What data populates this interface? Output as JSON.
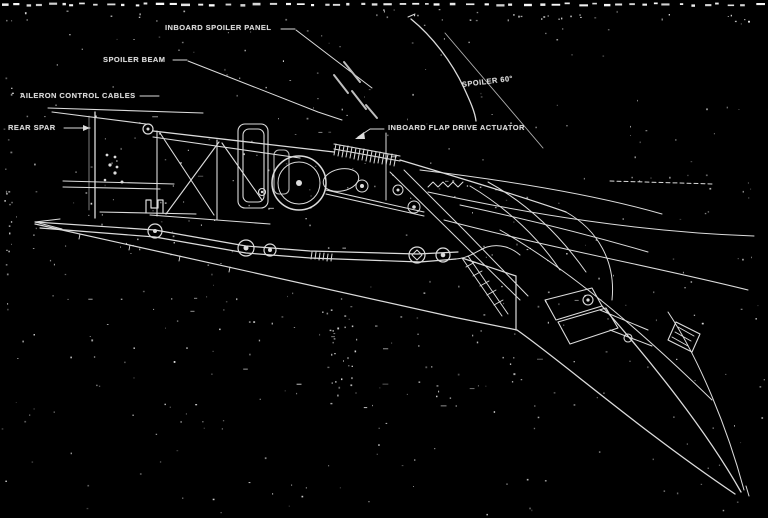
{
  "diagram": {
    "type": "aircraft-wing-structural-cutaway",
    "colors": {
      "background": "#000000",
      "ink": "#dcdcdc",
      "text": "#e9e9e9"
    },
    "labels": [
      {
        "id": "inboard-spoiler-panel",
        "text": "INBOARD SPOILER PANEL"
      },
      {
        "id": "spoiler-beam",
        "text": "SPOILER BEAM"
      },
      {
        "id": "aileron-control-cables",
        "text": "AILERON CONTROL CABLES"
      },
      {
        "id": "rear-spar",
        "text": "REAR SPAR"
      },
      {
        "id": "inboard-flap-drive-actuator",
        "text": "INBOARD FLAP DRIVE ACTUATOR"
      },
      {
        "id": "spoiler-deflection",
        "text": "SPOILER 60°"
      }
    ]
  }
}
